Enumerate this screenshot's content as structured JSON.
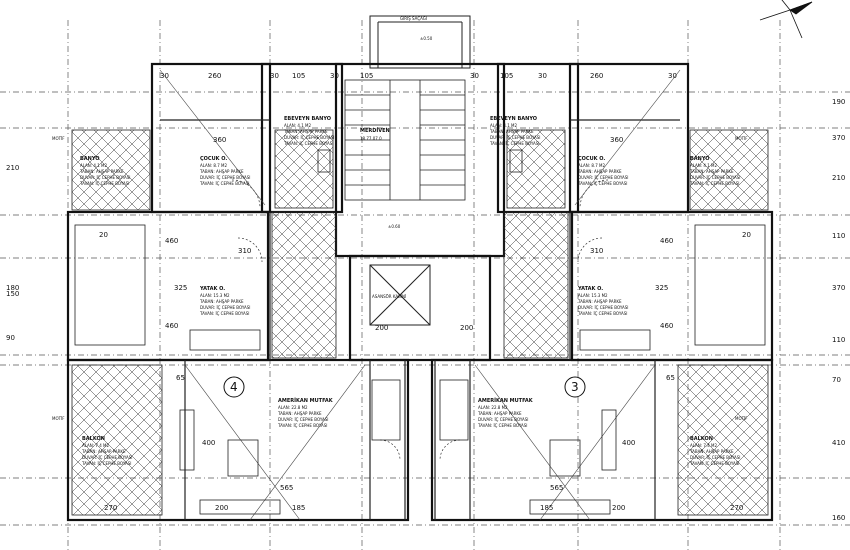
{
  "entrance": "GİRİŞ SAÇAĞI",
  "level_top": "±0.50",
  "level_mid": "±0.60",
  "stair_room": {
    "name": "MERDİVEN",
    "area": "18.77.07.0"
  },
  "hall_mid": "ASANSÖR KABİNİ",
  "tag_left": "MOTİF",
  "tag_right": "MOTİF",
  "apartments": {
    "left": "4",
    "right": "3"
  },
  "rooms": [
    {
      "name": "ÇOCUK O.",
      "area": "ALAN: 8.7 M2"
    },
    {
      "name": "ÇOCUK O.",
      "area": "ALAN: 8.7 M2"
    },
    {
      "name": "BANYO",
      "area": "ALAN: 4.1 M2"
    },
    {
      "name": "BANYO",
      "area": "ALAN: 4.1 M2"
    },
    {
      "name": "YATAK O.",
      "area": "ALAN: 15.3 M2"
    },
    {
      "name": "YATAK O.",
      "area": "ALAN: 15.3 M2"
    },
    {
      "name": "AMERİKAN MUTFAK",
      "area": "ALAN: 22.8 M2"
    },
    {
      "name": "AMERİKAN MUTFAK",
      "area": "ALAN: 22.8 M2"
    },
    {
      "name": "BALKON",
      "area": "ALAN: 7.4 M2"
    },
    {
      "name": "BALKON",
      "area": "ALAN: 7.4 M2"
    },
    {
      "name": "EBEVEYN BANYO",
      "area": "ALAN: 4.1 M2"
    },
    {
      "name": "EBEVEYN BANYO",
      "area": "ALAN: 4.1 M2"
    }
  ],
  "finishes": [
    "TABAN: AHŞAP PARKE",
    "DUVAR: İÇ CEPHE BOYASI",
    "TAVAN: İÇ CEPHE BOYASI"
  ],
  "dims_top": [
    "30",
    "260",
    "30",
    "105",
    "30",
    "105",
    "30",
    "105",
    "30",
    "260",
    "30"
  ],
  "dims_bottom": [
    "270",
    "200",
    "185",
    "185",
    "200",
    "270"
  ],
  "dims_right": [
    "190",
    "370",
    "210",
    "110",
    "370",
    "110",
    "70",
    "410",
    "160"
  ],
  "dims_left": [
    "210",
    "180",
    "150",
    "90"
  ],
  "dims_misc": [
    "460",
    "460",
    "460",
    "460",
    "325",
    "325",
    "310",
    "310",
    "200",
    "200",
    "400",
    "400",
    "565",
    "565",
    "65",
    "65",
    "360",
    "360",
    "20",
    "20"
  ]
}
